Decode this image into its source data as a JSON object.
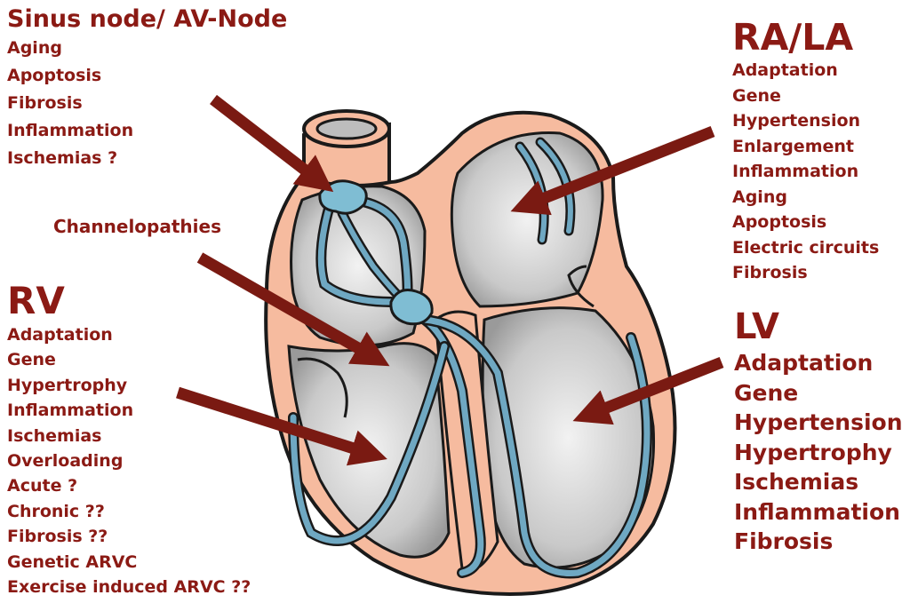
{
  "colors": {
    "text": "#8b1a14",
    "arrow": "#7a1a12",
    "wall": "#f6bb9f",
    "wall_outline": "#1a1a1a",
    "chamber": "#cfcfcf",
    "conduction": "#6fa8c2",
    "node": "#7fbdd3"
  },
  "labels": {
    "sinus_av": {
      "heading": "Sinus node/ AV-Node",
      "items": [
        "Aging",
        "Apoptosis",
        "Fibrosis",
        "Inflammation",
        "Ischemias ?"
      ]
    },
    "channelopathies": "Channelopathies",
    "rv": {
      "heading": "RV",
      "items": [
        "Adaptation",
        "Gene",
        "Hypertrophy",
        "Inflammation",
        "Ischemias",
        "Overloading",
        "Acute ?",
        "Chronic ??",
        "Fibrosis ??",
        "Genetic ARVC",
        "Exercise induced ARVC ??"
      ]
    },
    "ra_la": {
      "heading": "RA/LA",
      "items": [
        "Adaptation",
        "Gene",
        "Hypertension",
        "Enlargement",
        "Inflammation",
        "Aging",
        "Apoptosis",
        "Electric circuits",
        "Fibrosis"
      ]
    },
    "lv": {
      "heading": "LV",
      "items": [
        "Adaptation",
        "Gene",
        "Hypertension",
        "Hypertrophy",
        "Ischemias",
        "Inflammation",
        "Fibrosis"
      ]
    }
  },
  "icons": {
    "heart": "heart-cross-section-illustration",
    "arrows": [
      "arrow-to-sinus-node",
      "arrow-to-atrial-septum",
      "arrow-to-right-ventricle",
      "arrow-to-atria",
      "arrow-to-left-ventricle"
    ]
  }
}
